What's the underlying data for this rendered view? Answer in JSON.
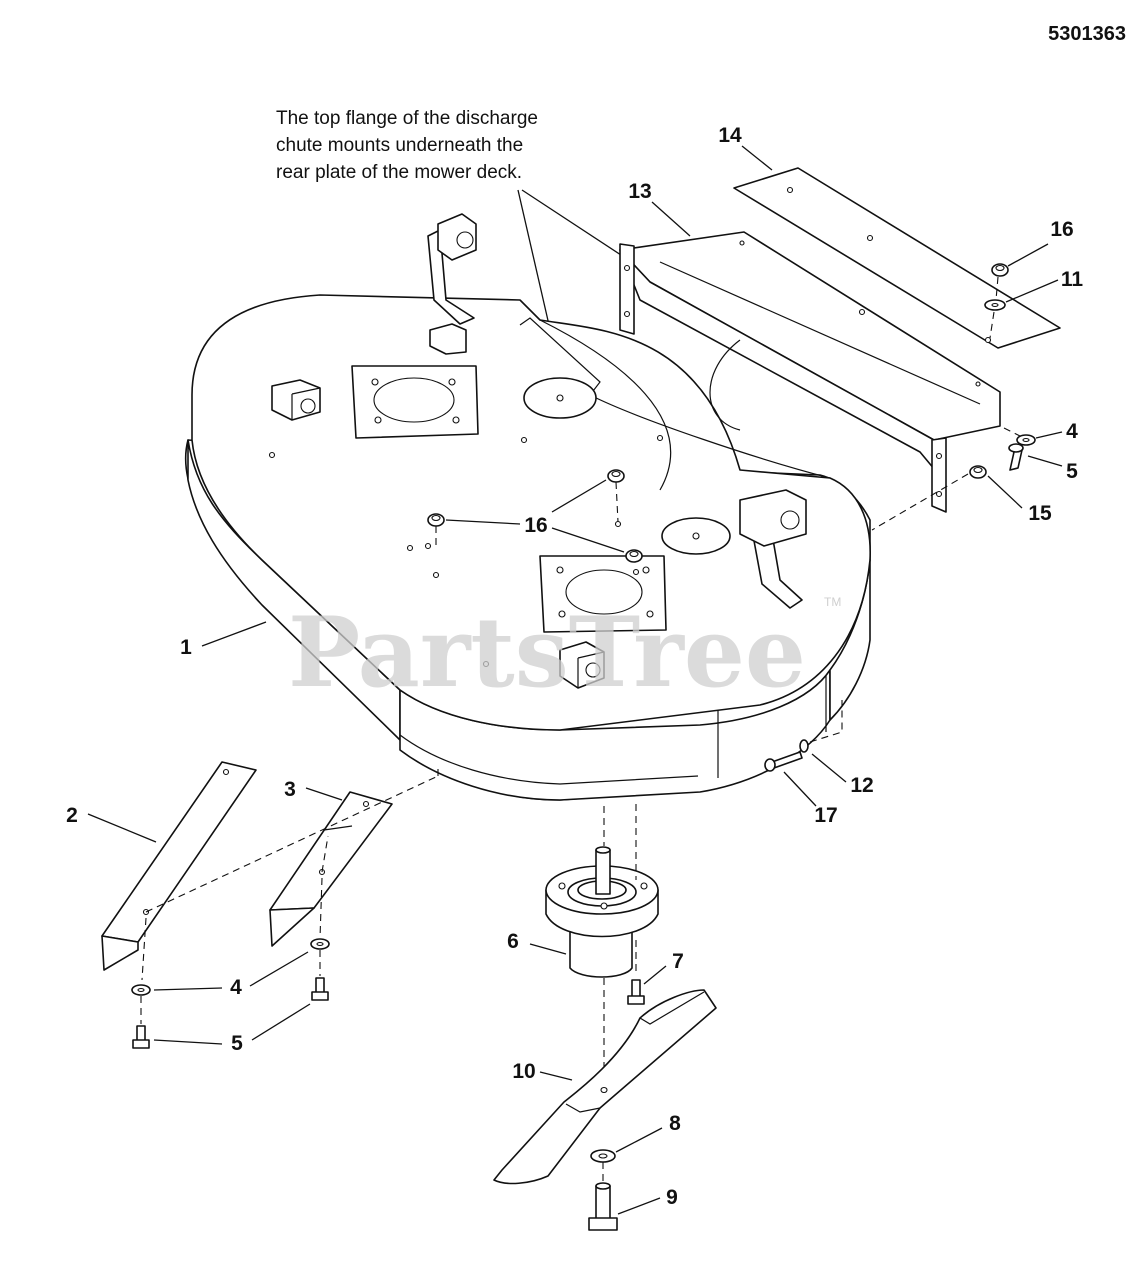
{
  "document": {
    "diagram_number": "5301363",
    "note_lines": [
      "The top flange of the discharge",
      "chute mounts underneath the",
      "rear plate of the mower deck."
    ],
    "watermark": "PartsTree",
    "trademark": "TM"
  },
  "callouts": [
    {
      "id": "c14",
      "text": "14"
    },
    {
      "id": "c13",
      "text": "13"
    },
    {
      "id": "c16a",
      "text": "16"
    },
    {
      "id": "c11",
      "text": "11"
    },
    {
      "id": "c4a",
      "text": "4"
    },
    {
      "id": "c5a",
      "text": "5"
    },
    {
      "id": "c15",
      "text": "15"
    },
    {
      "id": "c16b",
      "text": "16"
    },
    {
      "id": "c1",
      "text": "1"
    },
    {
      "id": "c12",
      "text": "12"
    },
    {
      "id": "c17",
      "text": "17"
    },
    {
      "id": "c2",
      "text": "2"
    },
    {
      "id": "c3",
      "text": "3"
    },
    {
      "id": "c4b",
      "text": "4"
    },
    {
      "id": "c5b",
      "text": "5"
    },
    {
      "id": "c6",
      "text": "6"
    },
    {
      "id": "c7",
      "text": "7"
    },
    {
      "id": "c10",
      "text": "10"
    },
    {
      "id": "c8",
      "text": "8"
    },
    {
      "id": "c9",
      "text": "9"
    }
  ]
}
